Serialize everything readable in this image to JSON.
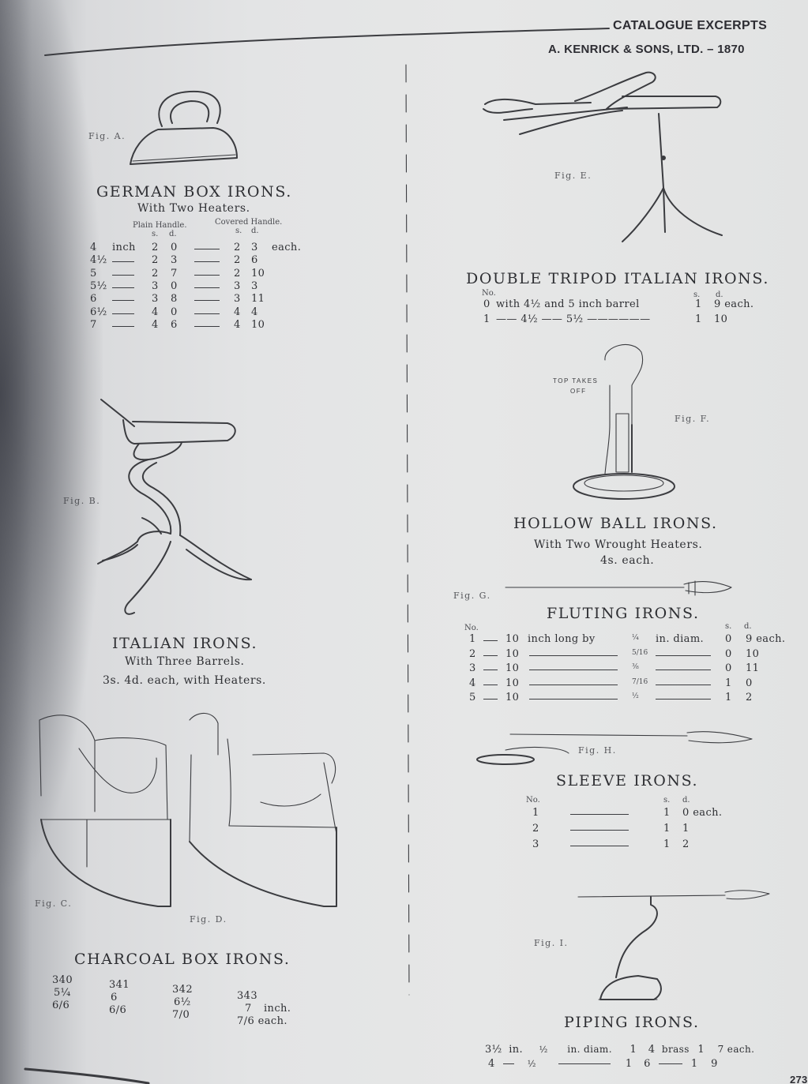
{
  "header": {
    "section": "CATALOGUE EXCERPTS",
    "maker": "A. KENRICK & SONS, LTD. – 1870"
  },
  "german": {
    "fig": "Fig. A.",
    "title": "GERMAN BOX IRONS.",
    "subtitle": "With Two Heaters.",
    "col_plain": "Plain Handle.",
    "col_covered": "Covered Handle.",
    "units": {
      "s": "s.",
      "d": "d."
    },
    "rows": [
      {
        "size": "4",
        "unit": "inch",
        "ps": "2",
        "pd": "0",
        "cs": "2",
        "cd": "3",
        "suffix": "each."
      },
      {
        "size": "4½",
        "unit": "",
        "ps": "2",
        "pd": "3",
        "cs": "2",
        "cd": "6",
        "suffix": ""
      },
      {
        "size": "5",
        "unit": "",
        "ps": "2",
        "pd": "7",
        "cs": "2",
        "cd": "10",
        "suffix": ""
      },
      {
        "size": "5½",
        "unit": "",
        "ps": "3",
        "pd": "0",
        "cs": "3",
        "cd": "3",
        "suffix": ""
      },
      {
        "size": "6",
        "unit": "",
        "ps": "3",
        "pd": "8",
        "cs": "3",
        "cd": "11",
        "suffix": ""
      },
      {
        "size": "6½",
        "unit": "",
        "ps": "4",
        "pd": "0",
        "cs": "4",
        "cd": "4",
        "suffix": ""
      },
      {
        "size": "7",
        "unit": "",
        "ps": "4",
        "pd": "6",
        "cs": "4",
        "cd": "10",
        "suffix": ""
      }
    ]
  },
  "italian": {
    "fig": "Fig. B.",
    "title": "ITALIAN IRONS.",
    "subtitle": "With Three Barrels.",
    "price": "3s. 4d. each, with Heaters."
  },
  "charcoal": {
    "fig_c": "Fig. C.",
    "fig_d": "Fig. D.",
    "title": "CHARCOAL BOX IRONS.",
    "cols": [
      {
        "no": "340",
        "size": "5¼",
        "price": "6/6",
        "unit": ""
      },
      {
        "no": "341",
        "size": "6",
        "price": "6/6",
        "unit": ""
      },
      {
        "no": "342",
        "size": "6½",
        "price": "7/0",
        "unit": ""
      },
      {
        "no": "343",
        "size": "7",
        "price": "7/6 each.",
        "unit": "inch."
      }
    ]
  },
  "tripod": {
    "fig": "Fig. E.",
    "title": "DOUBLE TRIPOD ITALIAN IRONS.",
    "no_label": "No.",
    "units": {
      "s": "s.",
      "d": "d."
    },
    "rows": [
      {
        "no": "0",
        "text": "with 4½ and 5 inch barrel",
        "s": "1",
        "d": "9 each."
      },
      {
        "no": "1",
        "text": "—— 4½ —— 5½ ——————",
        "s": "1",
        "d": "10"
      }
    ]
  },
  "hollow": {
    "fig": "Fig. F.",
    "stamp_1": "TOP TAKES",
    "stamp_2": "OFF",
    "title": "HOLLOW BALL IRONS.",
    "subtitle": "With Two Wrought Heaters.",
    "price": "4s. each."
  },
  "fluting": {
    "fig": "Fig. G.",
    "title": "FLUTING IRONS.",
    "no_label": "No.",
    "units": {
      "s": "s.",
      "d": "d."
    },
    "rows": [
      {
        "no": "1",
        "len": "10",
        "desc": "inch long by",
        "diam": "¼",
        "diam_text": "in. diam.",
        "s": "0",
        "d": "9 each."
      },
      {
        "no": "2",
        "len": "10",
        "desc": "",
        "diam": "5/16",
        "diam_text": "",
        "s": "0",
        "d": "10"
      },
      {
        "no": "3",
        "len": "10",
        "desc": "",
        "diam": "⅜",
        "diam_text": "",
        "s": "0",
        "d": "11"
      },
      {
        "no": "4",
        "len": "10",
        "desc": "",
        "diam": "7/16",
        "diam_text": "",
        "s": "1",
        "d": "0"
      },
      {
        "no": "5",
        "len": "10",
        "desc": "",
        "diam": "½",
        "diam_text": "",
        "s": "1",
        "d": "2"
      }
    ]
  },
  "sleeve": {
    "fig": "Fig. H.",
    "title": "SLEEVE IRONS.",
    "no_label": "No.",
    "units": {
      "s": "s.",
      "d": "d."
    },
    "rows": [
      {
        "no": "1",
        "s": "1",
        "d": "0 each."
      },
      {
        "no": "2",
        "s": "1",
        "d": "1"
      },
      {
        "no": "3",
        "s": "1",
        "d": "2"
      }
    ]
  },
  "piping": {
    "fig": "Fig. I.",
    "title": "PIPING IRONS.",
    "row1": {
      "size": "3½",
      "unit": "in.",
      "frac": "½",
      "diam": "in. diam.",
      "s": "1",
      "d": "4",
      "brass": "brass",
      "bs": "1",
      "bd": "7 each."
    },
    "row2": {
      "size": "4",
      "frac": "½",
      "s": "1",
      "d": "6",
      "bs": "1",
      "bd": "9"
    }
  },
  "page_no": "273"
}
